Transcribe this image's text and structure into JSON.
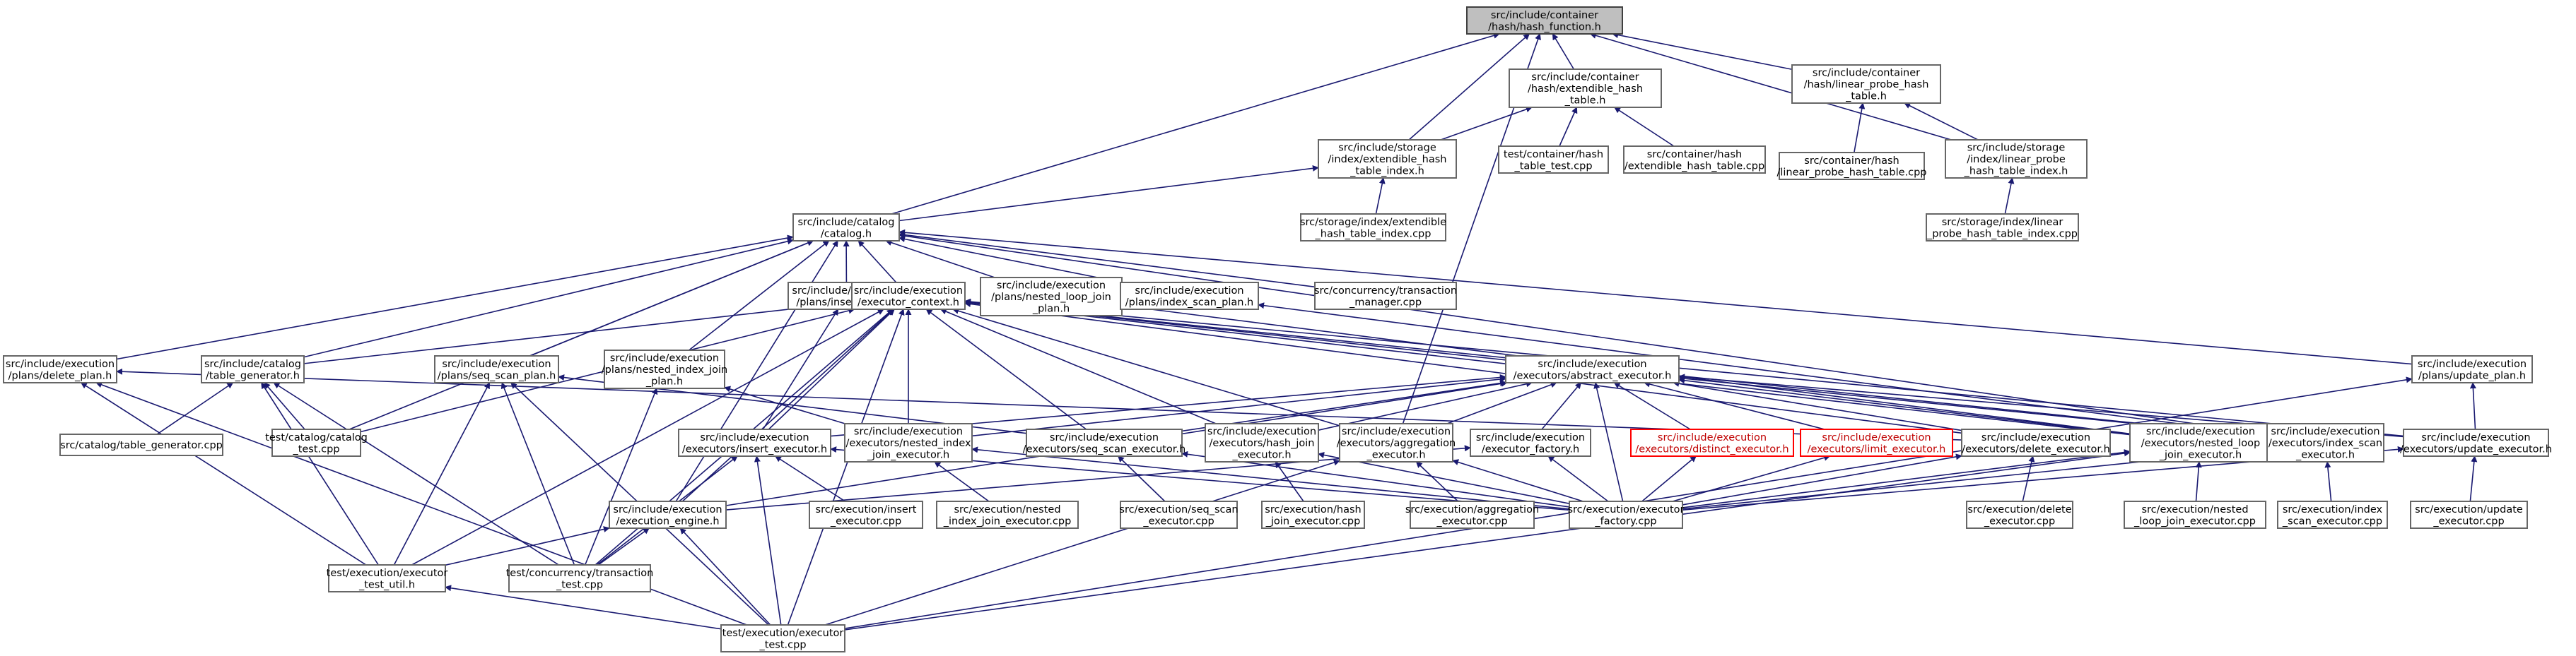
{
  "colors": {
    "edge": "#191970",
    "root_fill": "#bfbfbf",
    "border": "#666666",
    "red_border": "#ff0000",
    "red_text": "#c00000"
  },
  "nodes": {
    "root": [
      "src/include/container",
      "/hash/hash_function.h"
    ],
    "ext_hash_table_h": [
      "src/include/container",
      "/hash/extendible_hash",
      "_table.h"
    ],
    "lin_probe_h": [
      "src/include/container",
      "/hash/linear_probe_hash",
      "_table.h"
    ],
    "ext_hash_index_h": [
      "src/include/storage",
      "/index/extendible_hash",
      "_table_index.h"
    ],
    "ext_table_test": [
      "test/container/hash",
      "_table_test.cpp"
    ],
    "ext_table_cpp": [
      "src/container/hash",
      "/extendible_hash_table.cpp"
    ],
    "lin_probe_cpp": [
      "src/container/hash",
      "/linear_probe_hash_table.cpp"
    ],
    "lin_probe_index_h": [
      "src/include/storage",
      "/index/linear_probe",
      "_hash_table_index.h"
    ],
    "ext_hash_index_cpp": [
      "src/storage/index/extendible",
      "_hash_table_index.cpp"
    ],
    "lin_probe_index_cpp": [
      "src/storage/index/linear",
      "_probe_hash_table_index.cpp"
    ],
    "catalog_h": [
      "src/include/catalog",
      "/catalog.h"
    ],
    "insert_plan_h": [
      "src/include/execution",
      "/plans/insert_plan.h"
    ],
    "executor_context_h": [
      "src/include/execution",
      "/executor_context.h"
    ],
    "nested_loop_join_plan_h": [
      "src/include/execution",
      "/plans/nested_loop_join",
      "_plan.h"
    ],
    "index_scan_plan_h": [
      "src/include/execution",
      "/plans/index_scan_plan.h"
    ],
    "txn_manager_cpp": [
      "src/concurrency/transaction",
      "_manager.cpp"
    ],
    "delete_plan_h": [
      "src/include/execution",
      "/plans/delete_plan.h"
    ],
    "table_generator_h": [
      "src/include/catalog",
      "/table_generator.h"
    ],
    "seq_scan_plan_h": [
      "src/include/execution",
      "/plans/seq_scan_plan.h"
    ],
    "nested_index_join_plan_h": [
      "src/include/execution",
      "/plans/nested_index_join",
      "_plan.h"
    ],
    "abstract_executor_h": [
      "src/include/execution",
      "/executors/abstract_executor.h"
    ],
    "update_plan_h": [
      "src/include/execution",
      "/plans/update_plan.h"
    ],
    "table_generator_cpp": [
      "src/catalog/table_generator.cpp"
    ],
    "catalog_test": [
      "test/catalog/catalog",
      "_test.cpp"
    ],
    "insert_executor_h": [
      "src/include/execution",
      "/executors/insert_executor.h"
    ],
    "nested_index_join_executor_h": [
      "src/include/execution",
      "/executors/nested_index",
      "_join_executor.h"
    ],
    "seq_scan_executor_h": [
      "src/include/execution",
      "/executors/seq_scan_executor.h"
    ],
    "hash_join_executor_h": [
      "src/include/execution",
      "/executors/hash_join",
      "_executor.h"
    ],
    "aggregation_executor_h": [
      "src/include/execution",
      "/executors/aggregation",
      "_executor.h"
    ],
    "executor_factory_h": [
      "src/include/execution",
      "/executor_factory.h"
    ],
    "distinct_executor_h": [
      "src/include/execution",
      "/executors/distinct_executor.h"
    ],
    "limit_executor_h": [
      "src/include/execution",
      "/executors/limit_executor.h"
    ],
    "delete_executor_h": [
      "src/include/execution",
      "/executors/delete_executor.h"
    ],
    "nested_loop_join_executor_h": [
      "src/include/execution",
      "/executors/nested_loop",
      "_join_executor.h"
    ],
    "index_scan_executor_h": [
      "src/include/execution",
      "/executors/index_scan",
      "_executor.h"
    ],
    "update_executor_h": [
      "src/include/execution",
      "/executors/update_executor.h"
    ],
    "execution_engine_h": [
      "src/include/execution",
      "/execution_engine.h"
    ],
    "insert_executor_cpp": [
      "src/execution/insert",
      "_executor.cpp"
    ],
    "nested_index_join_executor_cpp": [
      "src/execution/nested",
      "_index_join_executor.cpp"
    ],
    "seq_scan_executor_cpp": [
      "src/execution/seq_scan",
      "_executor.cpp"
    ],
    "hash_join_executor_cpp": [
      "src/execution/hash",
      "_join_executor.cpp"
    ],
    "aggregation_executor_cpp": [
      "src/execution/aggregation",
      "_executor.cpp"
    ],
    "executor_factory_cpp": [
      "src/execution/executor",
      "_factory.cpp"
    ],
    "delete_executor_cpp": [
      "src/execution/delete",
      "_executor.cpp"
    ],
    "nested_loop_join_executor_cpp": [
      "src/execution/nested",
      "_loop_join_executor.cpp"
    ],
    "index_scan_executor_cpp": [
      "src/execution/index",
      "_scan_executor.cpp"
    ],
    "update_executor_cpp": [
      "src/execution/update",
      "_executor.cpp"
    ],
    "executor_test_util_h": [
      "test/execution/executor",
      "_test_util.h"
    ],
    "txn_test_cpp": [
      "test/concurrency/transaction",
      "_test.cpp"
    ],
    "executor_test_cpp": [
      "test/execution/executor",
      "_test.cpp"
    ]
  },
  "edges": [
    [
      "ext_hash_table_h",
      "root"
    ],
    [
      "lin_probe_h",
      "root"
    ],
    [
      "ext_hash_index_h",
      "root"
    ],
    [
      "catalog_h",
      "root"
    ],
    [
      "lin_probe_index_h",
      "root"
    ],
    [
      "aggregation_executor_h",
      "root"
    ],
    [
      "ext_hash_index_h",
      "ext_hash_table_h"
    ],
    [
      "ext_table_test",
      "ext_hash_table_h"
    ],
    [
      "ext_table_cpp",
      "ext_hash_table_h"
    ],
    [
      "lin_probe_cpp",
      "lin_probe_h"
    ],
    [
      "lin_probe_index_h",
      "lin_probe_h"
    ],
    [
      "ext_hash_index_cpp",
      "ext_hash_index_h"
    ],
    [
      "catalog_h",
      "ext_hash_index_h"
    ],
    [
      "lin_probe_index_cpp",
      "lin_probe_index_h"
    ],
    [
      "insert_plan_h",
      "catalog_h"
    ],
    [
      "executor_context_h",
      "catalog_h"
    ],
    [
      "nested_loop_join_plan_h",
      "catalog_h"
    ],
    [
      "index_scan_plan_h",
      "catalog_h"
    ],
    [
      "txn_manager_cpp",
      "catalog_h"
    ],
    [
      "delete_plan_h",
      "catalog_h"
    ],
    [
      "table_generator_h",
      "catalog_h"
    ],
    [
      "seq_scan_plan_h",
      "catalog_h"
    ],
    [
      "nested_index_join_plan_h",
      "catalog_h"
    ],
    [
      "update_plan_h",
      "catalog_h"
    ],
    [
      "catalog_test",
      "catalog_h"
    ],
    [
      "execution_engine_h",
      "catalog_h"
    ],
    [
      "index_scan_executor_h",
      "catalog_h"
    ],
    [
      "abstract_executor_h",
      "executor_context_h"
    ],
    [
      "insert_executor_h",
      "executor_context_h"
    ],
    [
      "nested_index_join_executor_h",
      "executor_context_h"
    ],
    [
      "seq_scan_executor_h",
      "executor_context_h"
    ],
    [
      "hash_join_executor_h",
      "executor_context_h"
    ],
    [
      "aggregation_executor_h",
      "executor_context_h"
    ],
    [
      "delete_executor_h",
      "executor_context_h"
    ],
    [
      "nested_loop_join_executor_h",
      "executor_context_h"
    ],
    [
      "index_scan_executor_h",
      "executor_context_h"
    ],
    [
      "update_executor_h",
      "executor_context_h"
    ],
    [
      "execution_engine_h",
      "executor_context_h"
    ],
    [
      "table_generator_h",
      "executor_context_h"
    ],
    [
      "catalog_test",
      "executor_context_h"
    ],
    [
      "executor_test_util_h",
      "executor_context_h"
    ],
    [
      "txn_test_cpp",
      "executor_context_h"
    ],
    [
      "executor_test_cpp",
      "executor_context_h"
    ],
    [
      "insert_executor_h",
      "insert_plan_h"
    ],
    [
      "nested_loop_join_executor_h",
      "nested_loop_join_plan_h"
    ],
    [
      "index_scan_executor_h",
      "index_scan_plan_h"
    ],
    [
      "delete_executor_h",
      "delete_plan_h"
    ],
    [
      "executor_test_util_h",
      "delete_plan_h"
    ],
    [
      "executor_test_cpp",
      "delete_plan_h"
    ],
    [
      "table_generator_cpp",
      "table_generator_h"
    ],
    [
      "catalog_test",
      "table_generator_h"
    ],
    [
      "executor_test_util_h",
      "table_generator_h"
    ],
    [
      "txn_test_cpp",
      "table_generator_h"
    ],
    [
      "seq_scan_executor_h",
      "seq_scan_plan_h"
    ],
    [
      "executor_test_util_h",
      "seq_scan_plan_h"
    ],
    [
      "txn_test_cpp",
      "seq_scan_plan_h"
    ],
    [
      "executor_test_cpp",
      "seq_scan_plan_h"
    ],
    [
      "nested_index_join_executor_h",
      "nested_index_join_plan_h"
    ],
    [
      "txn_test_cpp",
      "nested_index_join_plan_h"
    ],
    [
      "update_executor_h",
      "update_plan_h"
    ],
    [
      "executor_test_cpp",
      "update_plan_h"
    ],
    [
      "insert_executor_h",
      "abstract_executor_h"
    ],
    [
      "nested_index_join_executor_h",
      "abstract_executor_h"
    ],
    [
      "seq_scan_executor_h",
      "abstract_executor_h"
    ],
    [
      "hash_join_executor_h",
      "abstract_executor_h"
    ],
    [
      "aggregation_executor_h",
      "abstract_executor_h"
    ],
    [
      "executor_factory_h",
      "abstract_executor_h"
    ],
    [
      "distinct_executor_h",
      "abstract_executor_h"
    ],
    [
      "limit_executor_h",
      "abstract_executor_h"
    ],
    [
      "delete_executor_h",
      "abstract_executor_h"
    ],
    [
      "nested_loop_join_executor_h",
      "abstract_executor_h"
    ],
    [
      "index_scan_executor_h",
      "abstract_executor_h"
    ],
    [
      "update_executor_h",
      "abstract_executor_h"
    ],
    [
      "execution_engine_h",
      "abstract_executor_h"
    ],
    [
      "executor_factory_cpp",
      "abstract_executor_h"
    ],
    [
      "insert_executor_cpp",
      "insert_executor_h"
    ],
    [
      "executor_factory_cpp",
      "insert_executor_h"
    ],
    [
      "executor_test_cpp",
      "insert_executor_h"
    ],
    [
      "txn_test_cpp",
      "insert_executor_h"
    ],
    [
      "nested_index_join_executor_cpp",
      "nested_index_join_executor_h"
    ],
    [
      "executor_factory_cpp",
      "nested_index_join_executor_h"
    ],
    [
      "seq_scan_executor_cpp",
      "seq_scan_executor_h"
    ],
    [
      "executor_factory_cpp",
      "seq_scan_executor_h"
    ],
    [
      "hash_join_executor_cpp",
      "hash_join_executor_h"
    ],
    [
      "executor_factory_cpp",
      "hash_join_executor_h"
    ],
    [
      "aggregation_executor_cpp",
      "aggregation_executor_h"
    ],
    [
      "executor_factory_cpp",
      "aggregation_executor_h"
    ],
    [
      "executor_test_cpp",
      "aggregation_executor_h"
    ],
    [
      "executor_factory_cpp",
      "executor_factory_h"
    ],
    [
      "execution_engine_h",
      "executor_factory_h"
    ],
    [
      "executor_factory_cpp",
      "distinct_executor_h"
    ],
    [
      "executor_factory_cpp",
      "limit_executor_h"
    ],
    [
      "delete_executor_cpp",
      "delete_executor_h"
    ],
    [
      "executor_factory_cpp",
      "delete_executor_h"
    ],
    [
      "nested_loop_join_executor_cpp",
      "nested_loop_join_executor_h"
    ],
    [
      "executor_factory_cpp",
      "nested_loop_join_executor_h"
    ],
    [
      "executor_test_cpp",
      "nested_loop_join_executor_h"
    ],
    [
      "index_scan_executor_cpp",
      "index_scan_executor_h"
    ],
    [
      "executor_factory_cpp",
      "index_scan_executor_h"
    ],
    [
      "update_executor_cpp",
      "update_executor_h"
    ],
    [
      "executor_factory_cpp",
      "update_executor_h"
    ],
    [
      "executor_test_util_h",
      "execution_engine_h"
    ],
    [
      "txn_test_cpp",
      "execution_engine_h"
    ],
    [
      "executor_test_cpp",
      "execution_engine_h"
    ],
    [
      "executor_test_cpp",
      "executor_test_util_h"
    ]
  ]
}
